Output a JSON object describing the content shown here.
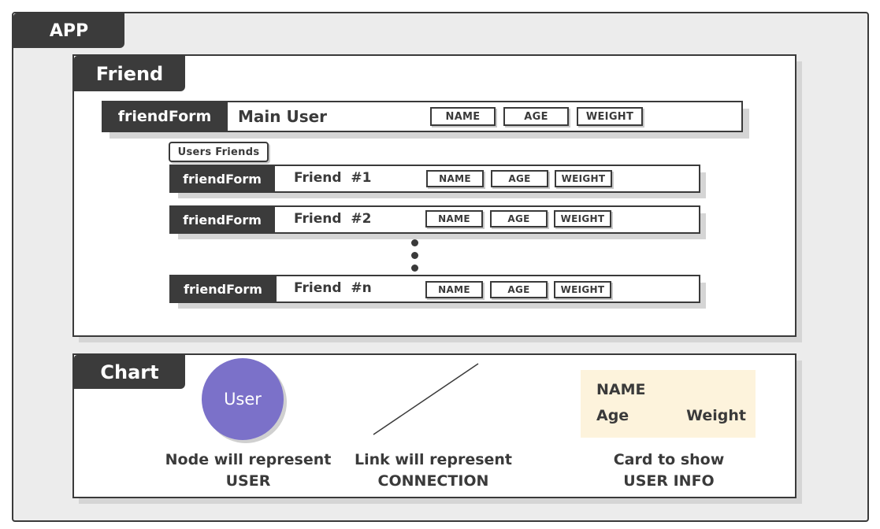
{
  "app": {
    "title": "APP"
  },
  "friend_panel": {
    "title": "Friend",
    "main_user": {
      "component": "friendForm",
      "label": "Main User",
      "fields": [
        "NAME",
        "AGE",
        "WEIGHT"
      ]
    },
    "friends_group_label": "Users Friends",
    "friend_rows": [
      {
        "component": "friendForm",
        "label": "Friend  #1",
        "fields": [
          "NAME",
          "AGE",
          "WEIGHT"
        ]
      },
      {
        "component": "friendForm",
        "label": "Friend  #2",
        "fields": [
          "NAME",
          "AGE",
          "WEIGHT"
        ]
      },
      {
        "component": "friendForm",
        "label": "Friend  #n",
        "fields": [
          "NAME",
          "AGE",
          "WEIGHT"
        ]
      }
    ]
  },
  "chart_panel": {
    "title": "Chart",
    "node": {
      "text": "User",
      "caption_line1": "Node will represent",
      "caption_line2": "USER",
      "color": "#7b71c9"
    },
    "link": {
      "caption_line1": "Link will represent",
      "caption_line2": "CONNECTION"
    },
    "card": {
      "name": "NAME",
      "age": "Age",
      "weight": "Weight",
      "caption_line1": "Card to show",
      "caption_line2": "USER INFO",
      "color": "#fdf3dc"
    }
  }
}
